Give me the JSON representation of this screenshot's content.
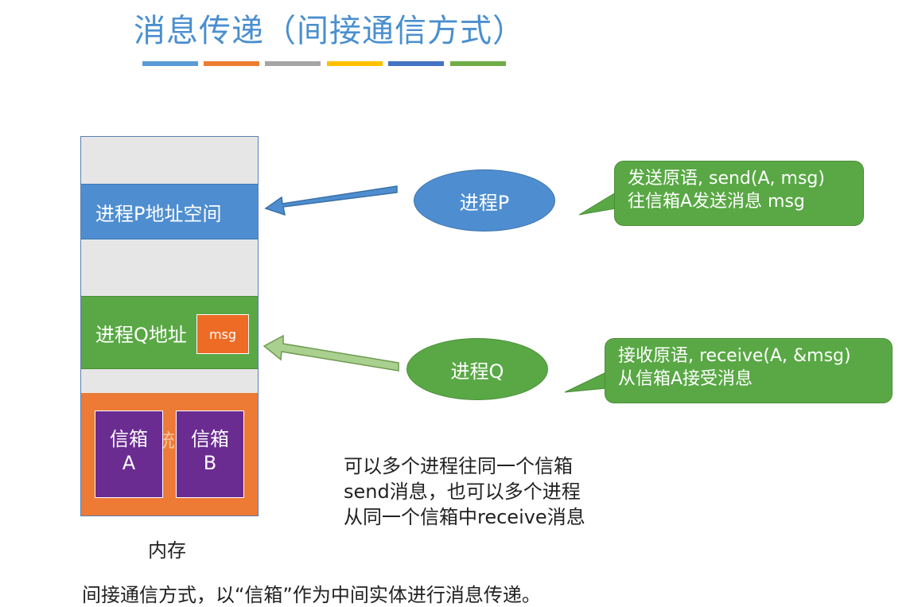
{
  "title": "消息传递（间接通信方式）",
  "title_bar_colors": [
    "#5b9bd5",
    "#ed7d31",
    "#a5a5a5",
    "#ffc000",
    "#4472c4",
    "#70ad47"
  ],
  "memory": {
    "segment_p_label": "进程P地址空间",
    "segment_q_label": "进程Q地址",
    "msg_label": "msg",
    "kernel_label": "系统",
    "mailbox_a": {
      "line1": "信箱",
      "line2": "A"
    },
    "mailbox_b": {
      "line1": "信箱",
      "line2": "B"
    },
    "label": "内存"
  },
  "processes": {
    "p_label": "进程P",
    "q_label": "进程Q"
  },
  "callouts": {
    "send_line1": "发送原语, send(A, msg)",
    "send_line2": "往信箱A发送消息 msg",
    "receive_line1": "接收原语, receive(A, &msg)",
    "receive_line2": "从信箱A接受消息"
  },
  "note": {
    "line1": "可以多个进程往同一个信箱",
    "line2": "send消息，也可以多个进程",
    "line3": "从同一个信箱中receive消息"
  },
  "caption": "间接通信方式，以“信箱”作为中间实体进行消息传递。",
  "colors": {
    "blue": "#4e8ed0",
    "green": "#59a845",
    "orange": "#ed7a35",
    "purple": "#6a2c91",
    "title": "#4a8fcf"
  }
}
